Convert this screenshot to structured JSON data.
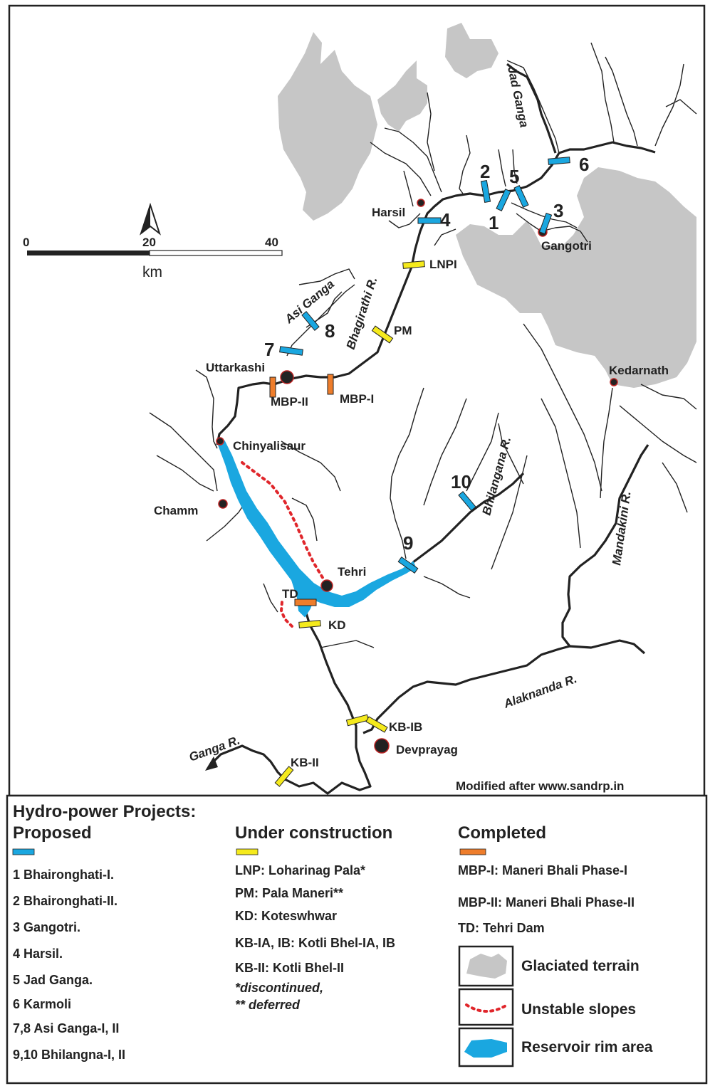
{
  "scale_bar": {
    "ticks": [
      "0",
      "20",
      "40"
    ],
    "unit": "km"
  },
  "places": {
    "harsil": "Harsil",
    "gangotri": "Gangotri",
    "uttarkashi": "Uttarkashi",
    "chinyalisaur": "Chinyalisaur",
    "chamm": "Chamm",
    "tehri": "Tehri",
    "kedarnath": "Kedarnath",
    "devprayag": "Devprayag"
  },
  "rivers": {
    "jad_ganga": "Jad Ganga",
    "bhagirathi": "Bhagirathi R.",
    "asi_ganga": "Asi Ganga",
    "bhilangana": "Bhilangana R.",
    "mandakini": "Mandakini R.",
    "alaknanda": "Alaknanda R.",
    "ganga": "Ganga R."
  },
  "project_labels": {
    "p1": "1",
    "p2": "2",
    "p3": "3",
    "p4": "4",
    "p5": "5",
    "p6": "6",
    "p7": "7",
    "p8": "8",
    "p9": "9",
    "p10": "10",
    "lnpi": "LNPI",
    "pm": "PM",
    "mbp_i": "MBP-I",
    "mbp_ii": "MBP-II",
    "td": "TD",
    "kd": "KD",
    "kb_ib": "KB-IB",
    "kb_ii": "KB-II"
  },
  "credit": "Modified after  www.sandrp.in",
  "legend": {
    "title": "Hydro-power Projects:",
    "proposed": {
      "heading": "Proposed",
      "color": "#1aa7e0",
      "items": [
        "1 Bhaironghati-I.",
        "2 Bhaironghati-II.",
        "3 Gangotri.",
        "4 Harsil.",
        "5 Jad Ganga.",
        "6 Karmoli",
        "7,8 Asi Ganga-I, II",
        "9,10 Bhilangna-I, II"
      ]
    },
    "under_construction": {
      "heading": "Under construction",
      "color": "#f5ea1c",
      "items": [
        "LNP: Loharinag Pala*",
        "PM: Pala Maneri**",
        "KD:  Koteswhwar",
        "KB-IA, IB: Kotli Bhel-IA, IB",
        "KB-II: Kotli Bhel-II"
      ],
      "notes": [
        "*discontinued,",
        "** deferred"
      ]
    },
    "completed": {
      "heading": "Completed",
      "color": "#ee7d2b",
      "items": [
        "MBP-I: Maneri Bhali Phase-I",
        "MBP-II: Maneri Bhali Phase-II",
        "TD:  Tehri Dam"
      ]
    },
    "symbols": [
      {
        "label": "Glaciated terrain",
        "color": "#c6c6c6",
        "icon": "glacier-swatch"
      },
      {
        "label": "Unstable slopes",
        "color": "#e0262b",
        "icon": "dotted-arc-swatch"
      },
      {
        "label": "Reservoir rim area",
        "color": "#1aa7e0",
        "icon": "reservoir-swatch"
      }
    ]
  }
}
